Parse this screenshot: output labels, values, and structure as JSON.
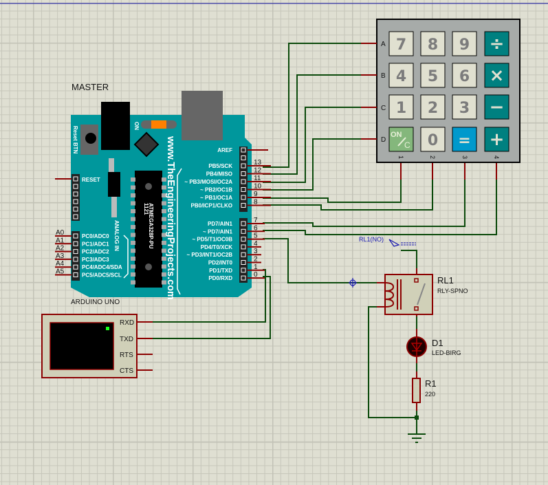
{
  "schematic": {
    "colors": {
      "wire": "#0b4a0b",
      "pin_stub": "#8b0000",
      "board": "#00979c",
      "grid_bg": "#dfdfd2",
      "probe": "#1a1ab0"
    },
    "arduino": {
      "label_top": "MASTER",
      "label_bottom": "ARDUINO UNO",
      "website": "www.TheEngineeringProjects.com",
      "reset_button": "Reset BTN",
      "on_label": "ON",
      "analog_in": "ANALOG IN",
      "chip_line1": "1121",
      "chip_line2": "ATMEGA328P-PU",
      "reset_pin": "RESET",
      "digital_pins_top": [
        {
          "label": "AREF",
          "num": ""
        },
        {
          "label": "",
          "num": ""
        },
        {
          "label": "PB5/SCK",
          "num": "13"
        },
        {
          "label": "PB4/MISO",
          "num": "12"
        },
        {
          "label": "~ PB3/MOSI/OC2A",
          "num": "11"
        },
        {
          "label": "~ PB2/OC1B",
          "num": "10"
        },
        {
          "label": "~ PB1/OC1A",
          "num": "9"
        },
        {
          "label": "PB0/ICP1/CLKO",
          "num": "8"
        }
      ],
      "digital_pins_bottom": [
        {
          "label": "PD7/AIN1",
          "num": "7"
        },
        {
          "label": "~ PD7/AIN1",
          "num": "6"
        },
        {
          "label": "~ PD5/T1/OC0B",
          "num": "5"
        },
        {
          "label": "PD4/T0/XCK",
          "num": "4"
        },
        {
          "label": "~ PD3/INT1/OC2B",
          "num": "3"
        },
        {
          "label": "PD2/INT0",
          "num": "2"
        },
        {
          "label": "PD1/TXD",
          "num": "1"
        },
        {
          "label": "PD0/RXD",
          "num": "0"
        }
      ],
      "analog_pins": [
        {
          "label": "PC0/ADC0",
          "num": "A0"
        },
        {
          "label": "PC1/ADC1",
          "num": "A1"
        },
        {
          "label": "PC2/ADC2",
          "num": "A2"
        },
        {
          "label": "PC3/ADC3",
          "num": "A3"
        },
        {
          "label": "PC4/ADC4/SDA",
          "num": "A4"
        },
        {
          "label": "PC5/ADC5/SCL",
          "num": "A5"
        }
      ]
    },
    "keypad": {
      "rows": [
        "A",
        "B",
        "C",
        "D"
      ],
      "cols": [
        "1",
        "2",
        "3",
        "4"
      ],
      "keys": [
        [
          "7",
          "8",
          "9",
          "÷"
        ],
        [
          "4",
          "5",
          "6",
          "×"
        ],
        [
          "1",
          "2",
          "3",
          "−"
        ],
        [
          "ON/C",
          "0",
          "=",
          "+"
        ]
      ]
    },
    "terminal": {
      "pins": [
        "RXD",
        "TXD",
        "RTS",
        "CTS"
      ]
    },
    "relay": {
      "ref": "RL1",
      "part": "RLY-SPNO",
      "net_label": "RL1(NO)"
    },
    "led": {
      "ref": "D1",
      "part": "LED-BIRG"
    },
    "resistor": {
      "ref": "R1",
      "value": "220"
    }
  }
}
